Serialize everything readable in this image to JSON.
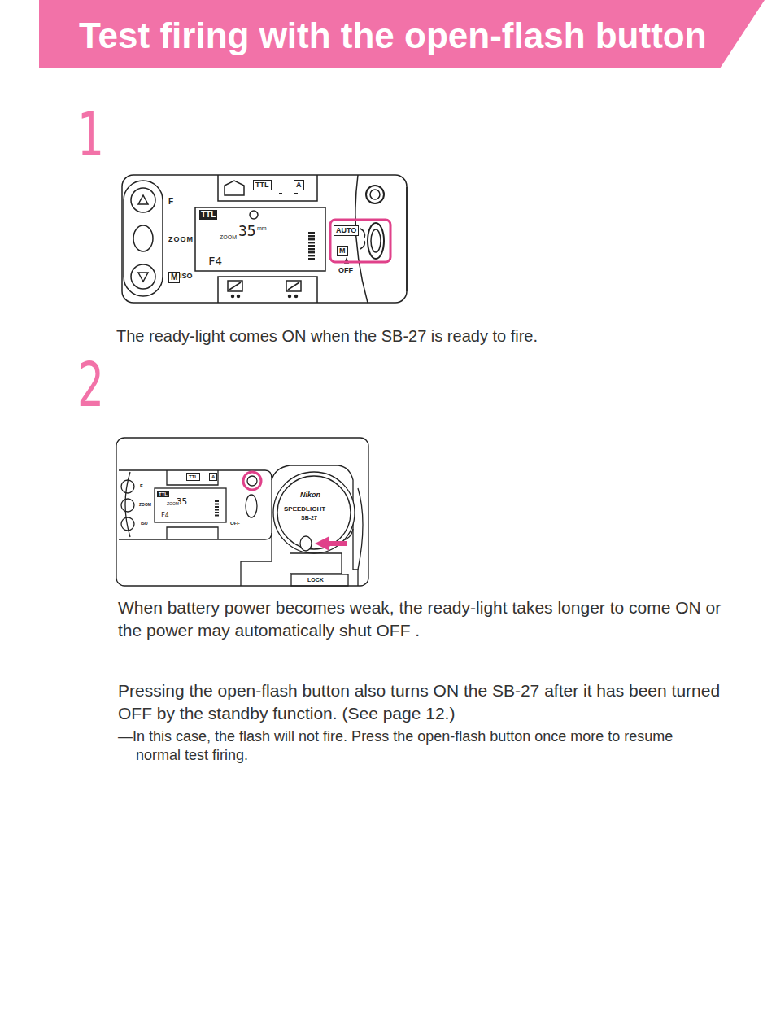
{
  "diagram": {
    "title": "Test firing with the open-flash button",
    "labels": [
      "1",
      "TTL",
      "A",
      "F",
      "ZOOM",
      "M",
      "ISO",
      "TTL",
      "ZOOM",
      "35",
      "mm",
      "F4",
      "AUTO",
      "M",
      "OFF",
      "The ready-light comes ON when the SB-27 is ready to fire.",
      "2",
      "TTL",
      "A",
      "F",
      "ZOOM",
      "ISO",
      "TTL",
      "ZOOM",
      "35",
      "F4",
      "OFF",
      "Nikon",
      "SPEEDLIGHT",
      "SB-27",
      "LOCK",
      "When battery power becomes weak, the ready-light takes longer to come ON or the power may automatically shut OFF .",
      "Pressing the open-flash button also turns ON the SB-27 after it has been turned OFF by the standby function. (See page 12.)",
      "—In this case, the flash will not fire. Press the open-flash button once more to resume normal test firing."
    ]
  }
}
